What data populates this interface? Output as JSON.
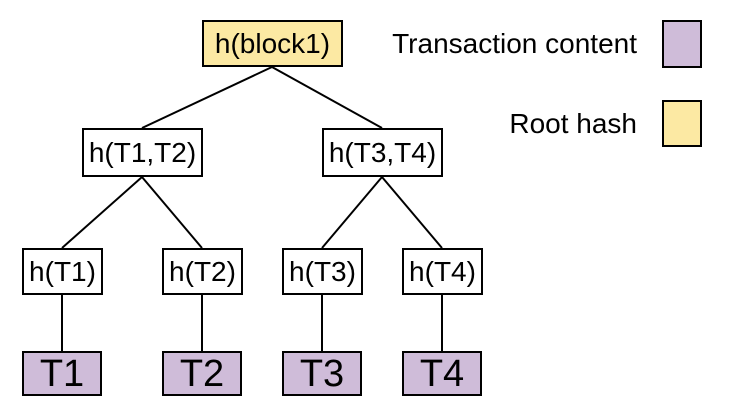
{
  "diagram": {
    "type": "merkle-tree",
    "nodes": {
      "root": {
        "label": "h(block1)",
        "role": "root-hash",
        "fill": "#fce9a3"
      },
      "h12": {
        "label": "h(T1,T2)",
        "role": "hash",
        "fill": "#ffffff"
      },
      "h34": {
        "label": "h(T3,T4)",
        "role": "hash",
        "fill": "#ffffff"
      },
      "h1": {
        "label": "h(T1)",
        "role": "hash",
        "fill": "#ffffff"
      },
      "h2": {
        "label": "h(T2)",
        "role": "hash",
        "fill": "#ffffff"
      },
      "h3": {
        "label": "h(T3)",
        "role": "hash",
        "fill": "#ffffff"
      },
      "h4": {
        "label": "h(T4)",
        "role": "hash",
        "fill": "#ffffff"
      },
      "t1": {
        "label": "T1",
        "role": "transaction",
        "fill": "#cfbcd9"
      },
      "t2": {
        "label": "T2",
        "role": "transaction",
        "fill": "#cfbcd9"
      },
      "t3": {
        "label": "T3",
        "role": "transaction",
        "fill": "#cfbcd9"
      },
      "t4": {
        "label": "T4",
        "role": "transaction",
        "fill": "#cfbcd9"
      }
    },
    "edges": [
      [
        "root",
        "h12"
      ],
      [
        "root",
        "h34"
      ],
      [
        "h12",
        "h1"
      ],
      [
        "h12",
        "h2"
      ],
      [
        "h34",
        "h3"
      ],
      [
        "h34",
        "h4"
      ],
      [
        "h1",
        "t1"
      ],
      [
        "h2",
        "t2"
      ],
      [
        "h3",
        "t3"
      ],
      [
        "h4",
        "t4"
      ]
    ]
  },
  "legend": {
    "transaction_content": {
      "label": "Transaction content",
      "color": "#cfbcd9"
    },
    "root_hash": {
      "label": "Root hash",
      "color": "#fce9a3"
    }
  },
  "colors": {
    "background": "#ffffff",
    "border": "#000000",
    "edge_stroke": "#000000",
    "hash_node_fill": "#ffffff",
    "root_hash_fill": "#fce9a3",
    "transaction_fill": "#cfbcd9",
    "text": "#000000"
  }
}
